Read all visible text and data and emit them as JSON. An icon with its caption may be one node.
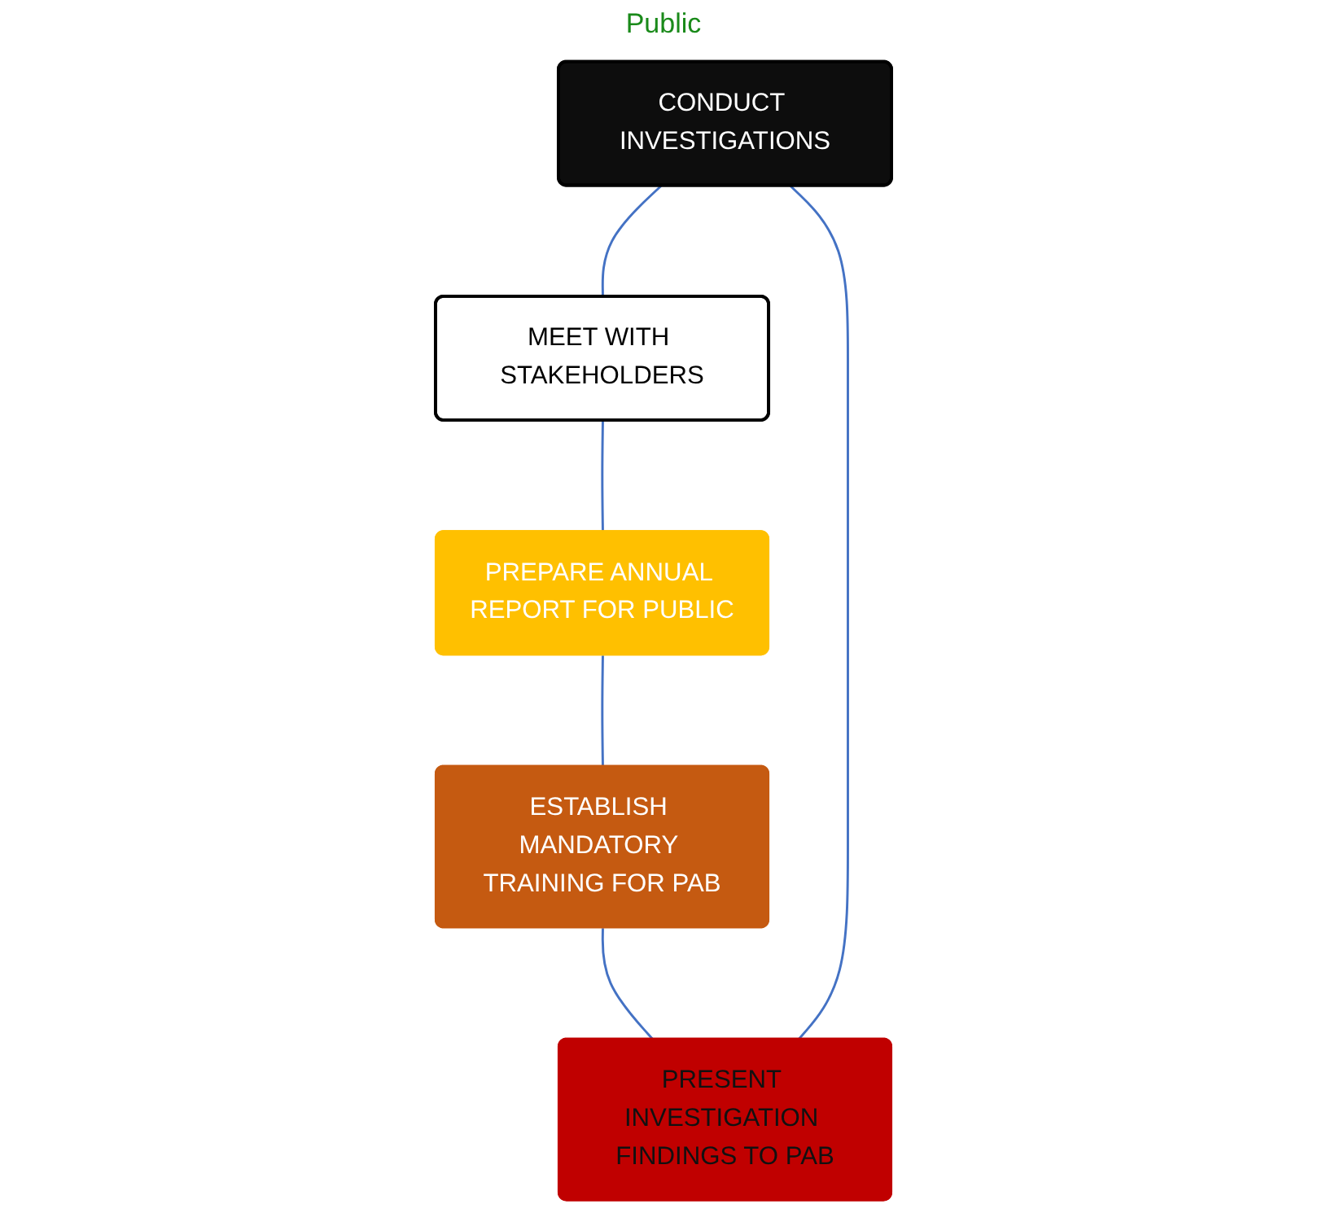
{
  "diagram": {
    "nodes": [
      {
        "text": [
          "CONDUCT INVESTIGATIONS"
        ]
      },
      {
        "text": [
          "MEET WITH STAKEHOLDERS"
        ]
      },
      {
        "text": [
          "PREPARE ANNUAL REPORT FOR PUBLIC"
        ]
      },
      {
        "text": [
          "ESTABLISH MANDATORY TRAINING FOR PAB"
        ]
      },
      {
        "text": [
          "PRESENT INVESTIGATION FINDINGS TO PAB"
        ]
      }
    ],
    "edges": [
      {
        "from": 0,
        "to": 1,
        "arrow": "none"
      },
      {
        "from": 1,
        "to": 2,
        "arrow": "none"
      },
      {
        "from": 2,
        "to": 3,
        "arrow": "none"
      },
      {
        "from": 3,
        "to": 4,
        "arrow": "none"
      },
      {
        "from": 4,
        "to": 0,
        "arrow": "none"
      }
    ],
    "labels": [
      "Public"
    ]
  }
}
